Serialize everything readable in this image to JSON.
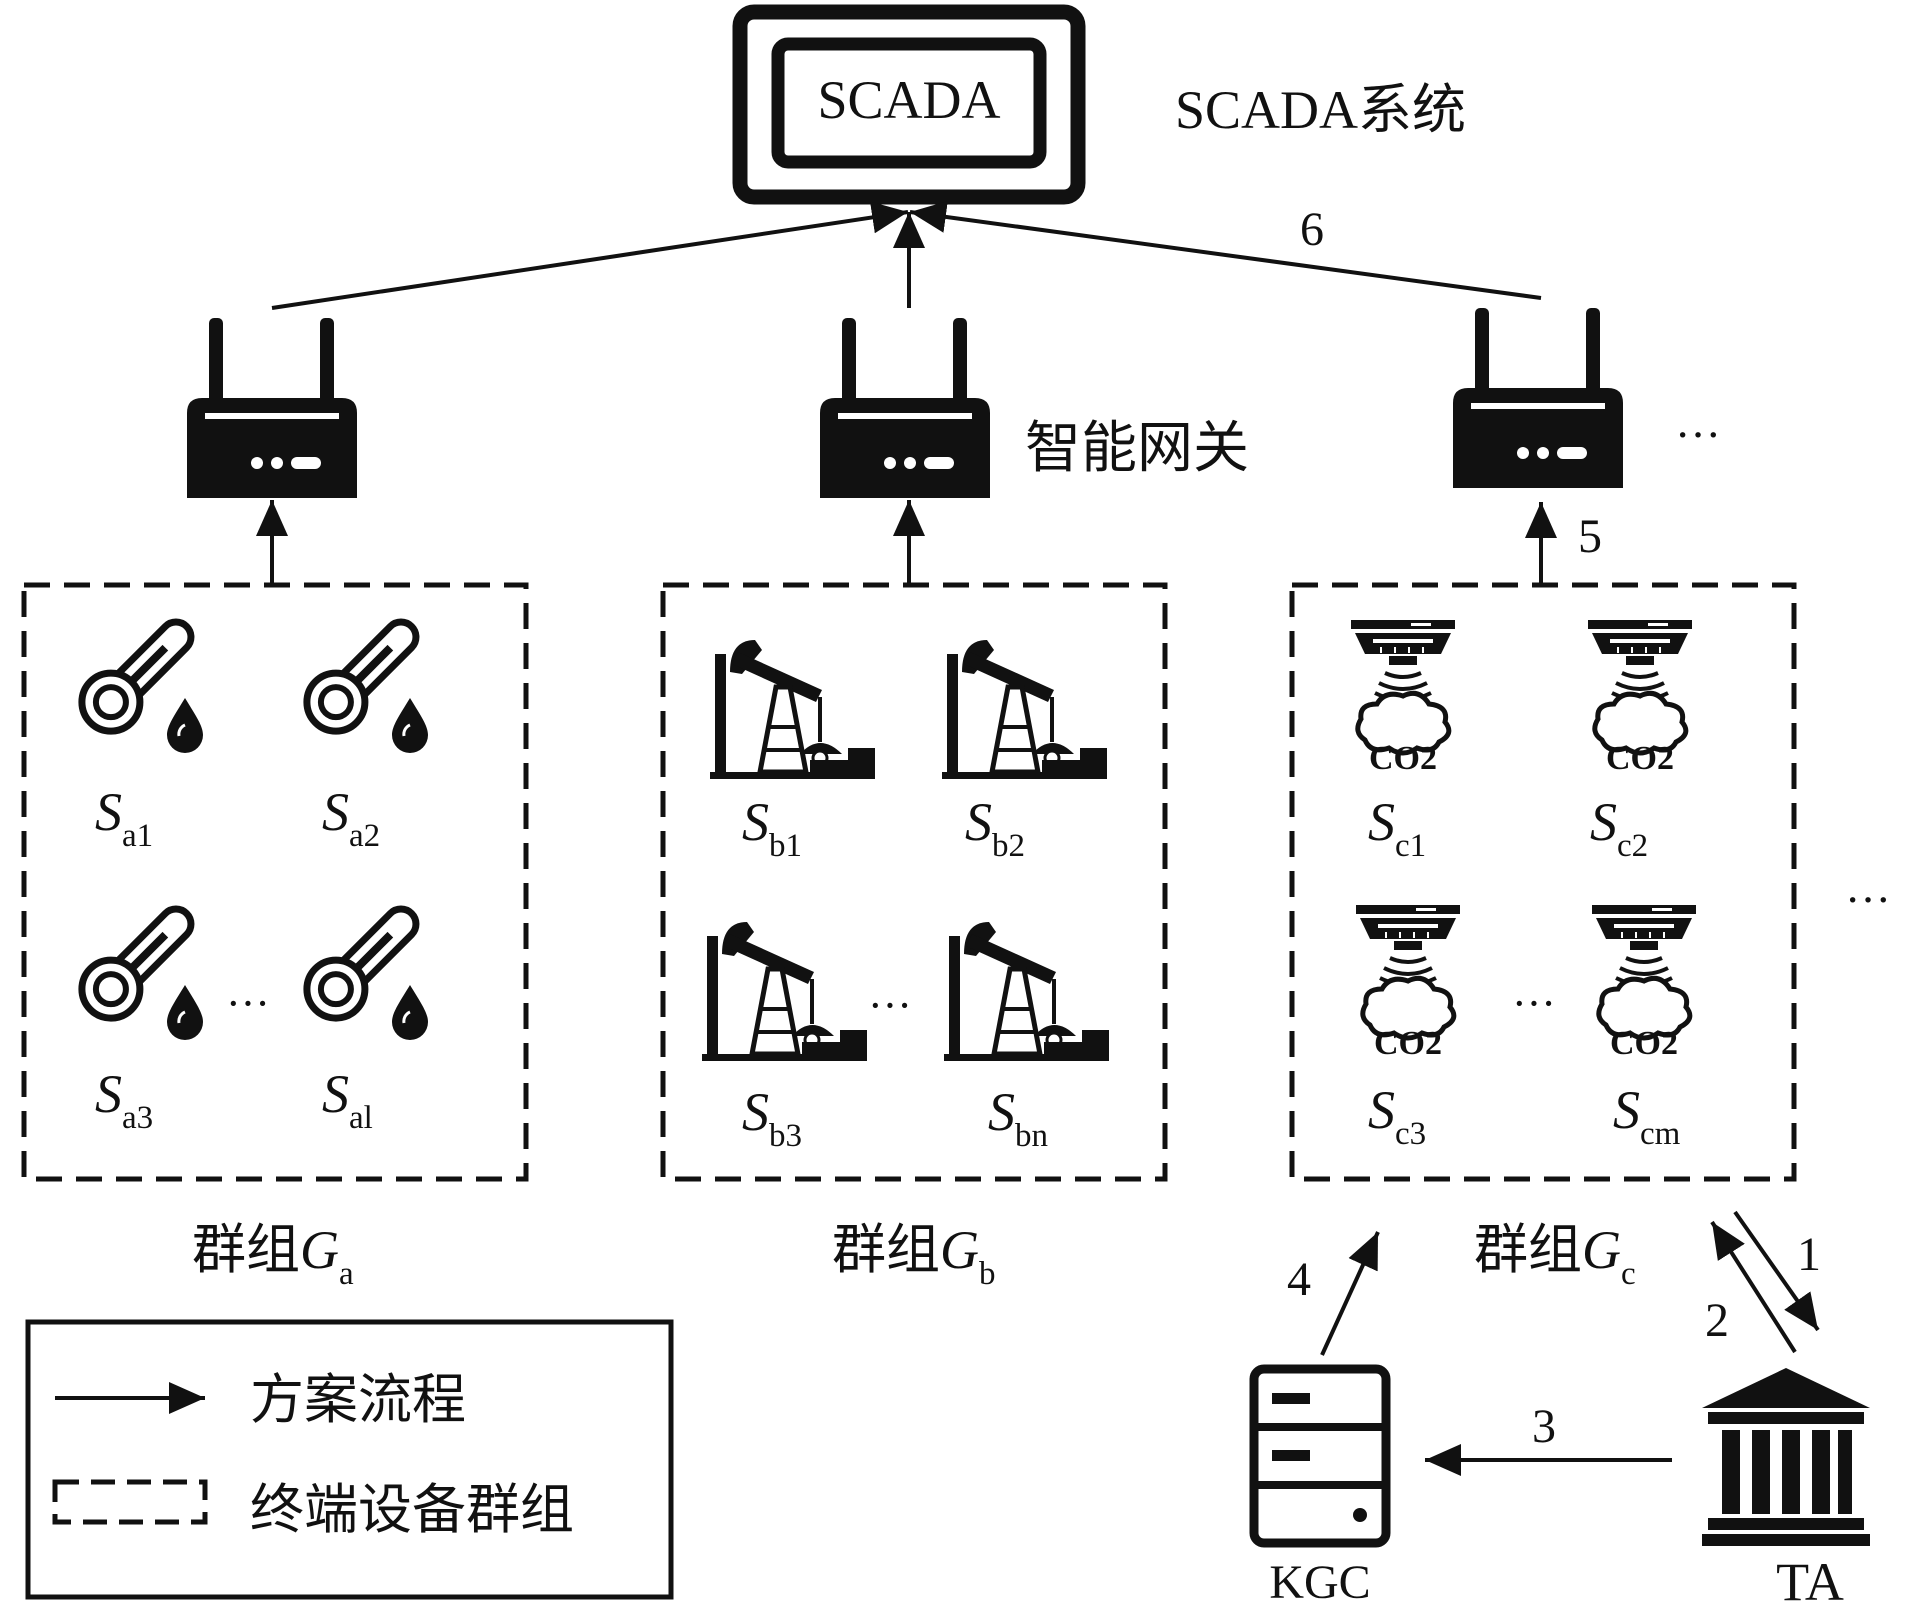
{
  "scada": {
    "screen_label": "SCADA",
    "system_label": "SCADA系统"
  },
  "gateway_label": "智能网关",
  "ellipsis": "···",
  "steps": {
    "s1": "1",
    "s2": "2",
    "s3": "3",
    "s4": "4",
    "s5": "5",
    "s6": "6"
  },
  "groups": {
    "a": {
      "caption_prefix": "群组",
      "caption_var": "G",
      "caption_sub": "a",
      "sensor_type": "temperature-humidity-icon",
      "sensors": [
        {
          "main": "S",
          "sub": "a1"
        },
        {
          "main": "S",
          "sub": "a2"
        },
        {
          "main": "S",
          "sub": "a3"
        },
        {
          "main": "S",
          "sub": "al"
        }
      ]
    },
    "b": {
      "caption_prefix": "群组",
      "caption_var": "G",
      "caption_sub": "b",
      "sensor_type": "oil-pump-jack-icon",
      "sensors": [
        {
          "main": "S",
          "sub": "b1"
        },
        {
          "main": "S",
          "sub": "b2"
        },
        {
          "main": "S",
          "sub": "b3"
        },
        {
          "main": "S",
          "sub": "bn"
        }
      ]
    },
    "c": {
      "caption_prefix": "群组",
      "caption_var": "G",
      "caption_sub": "c",
      "sensor_type": "co2-detector-icon",
      "co2_text": "CO2",
      "sensors": [
        {
          "main": "S",
          "sub": "c1"
        },
        {
          "main": "S",
          "sub": "c2"
        },
        {
          "main": "S",
          "sub": "c3"
        },
        {
          "main": "S",
          "sub": "cm"
        }
      ]
    }
  },
  "kgc_label": "KGC",
  "ta_label": "TA",
  "legend": {
    "arrow_label": "方案流程",
    "dashed_label": "终端设备群组"
  },
  "colors": {
    "ink": "#111111",
    "background": "#ffffff"
  }
}
